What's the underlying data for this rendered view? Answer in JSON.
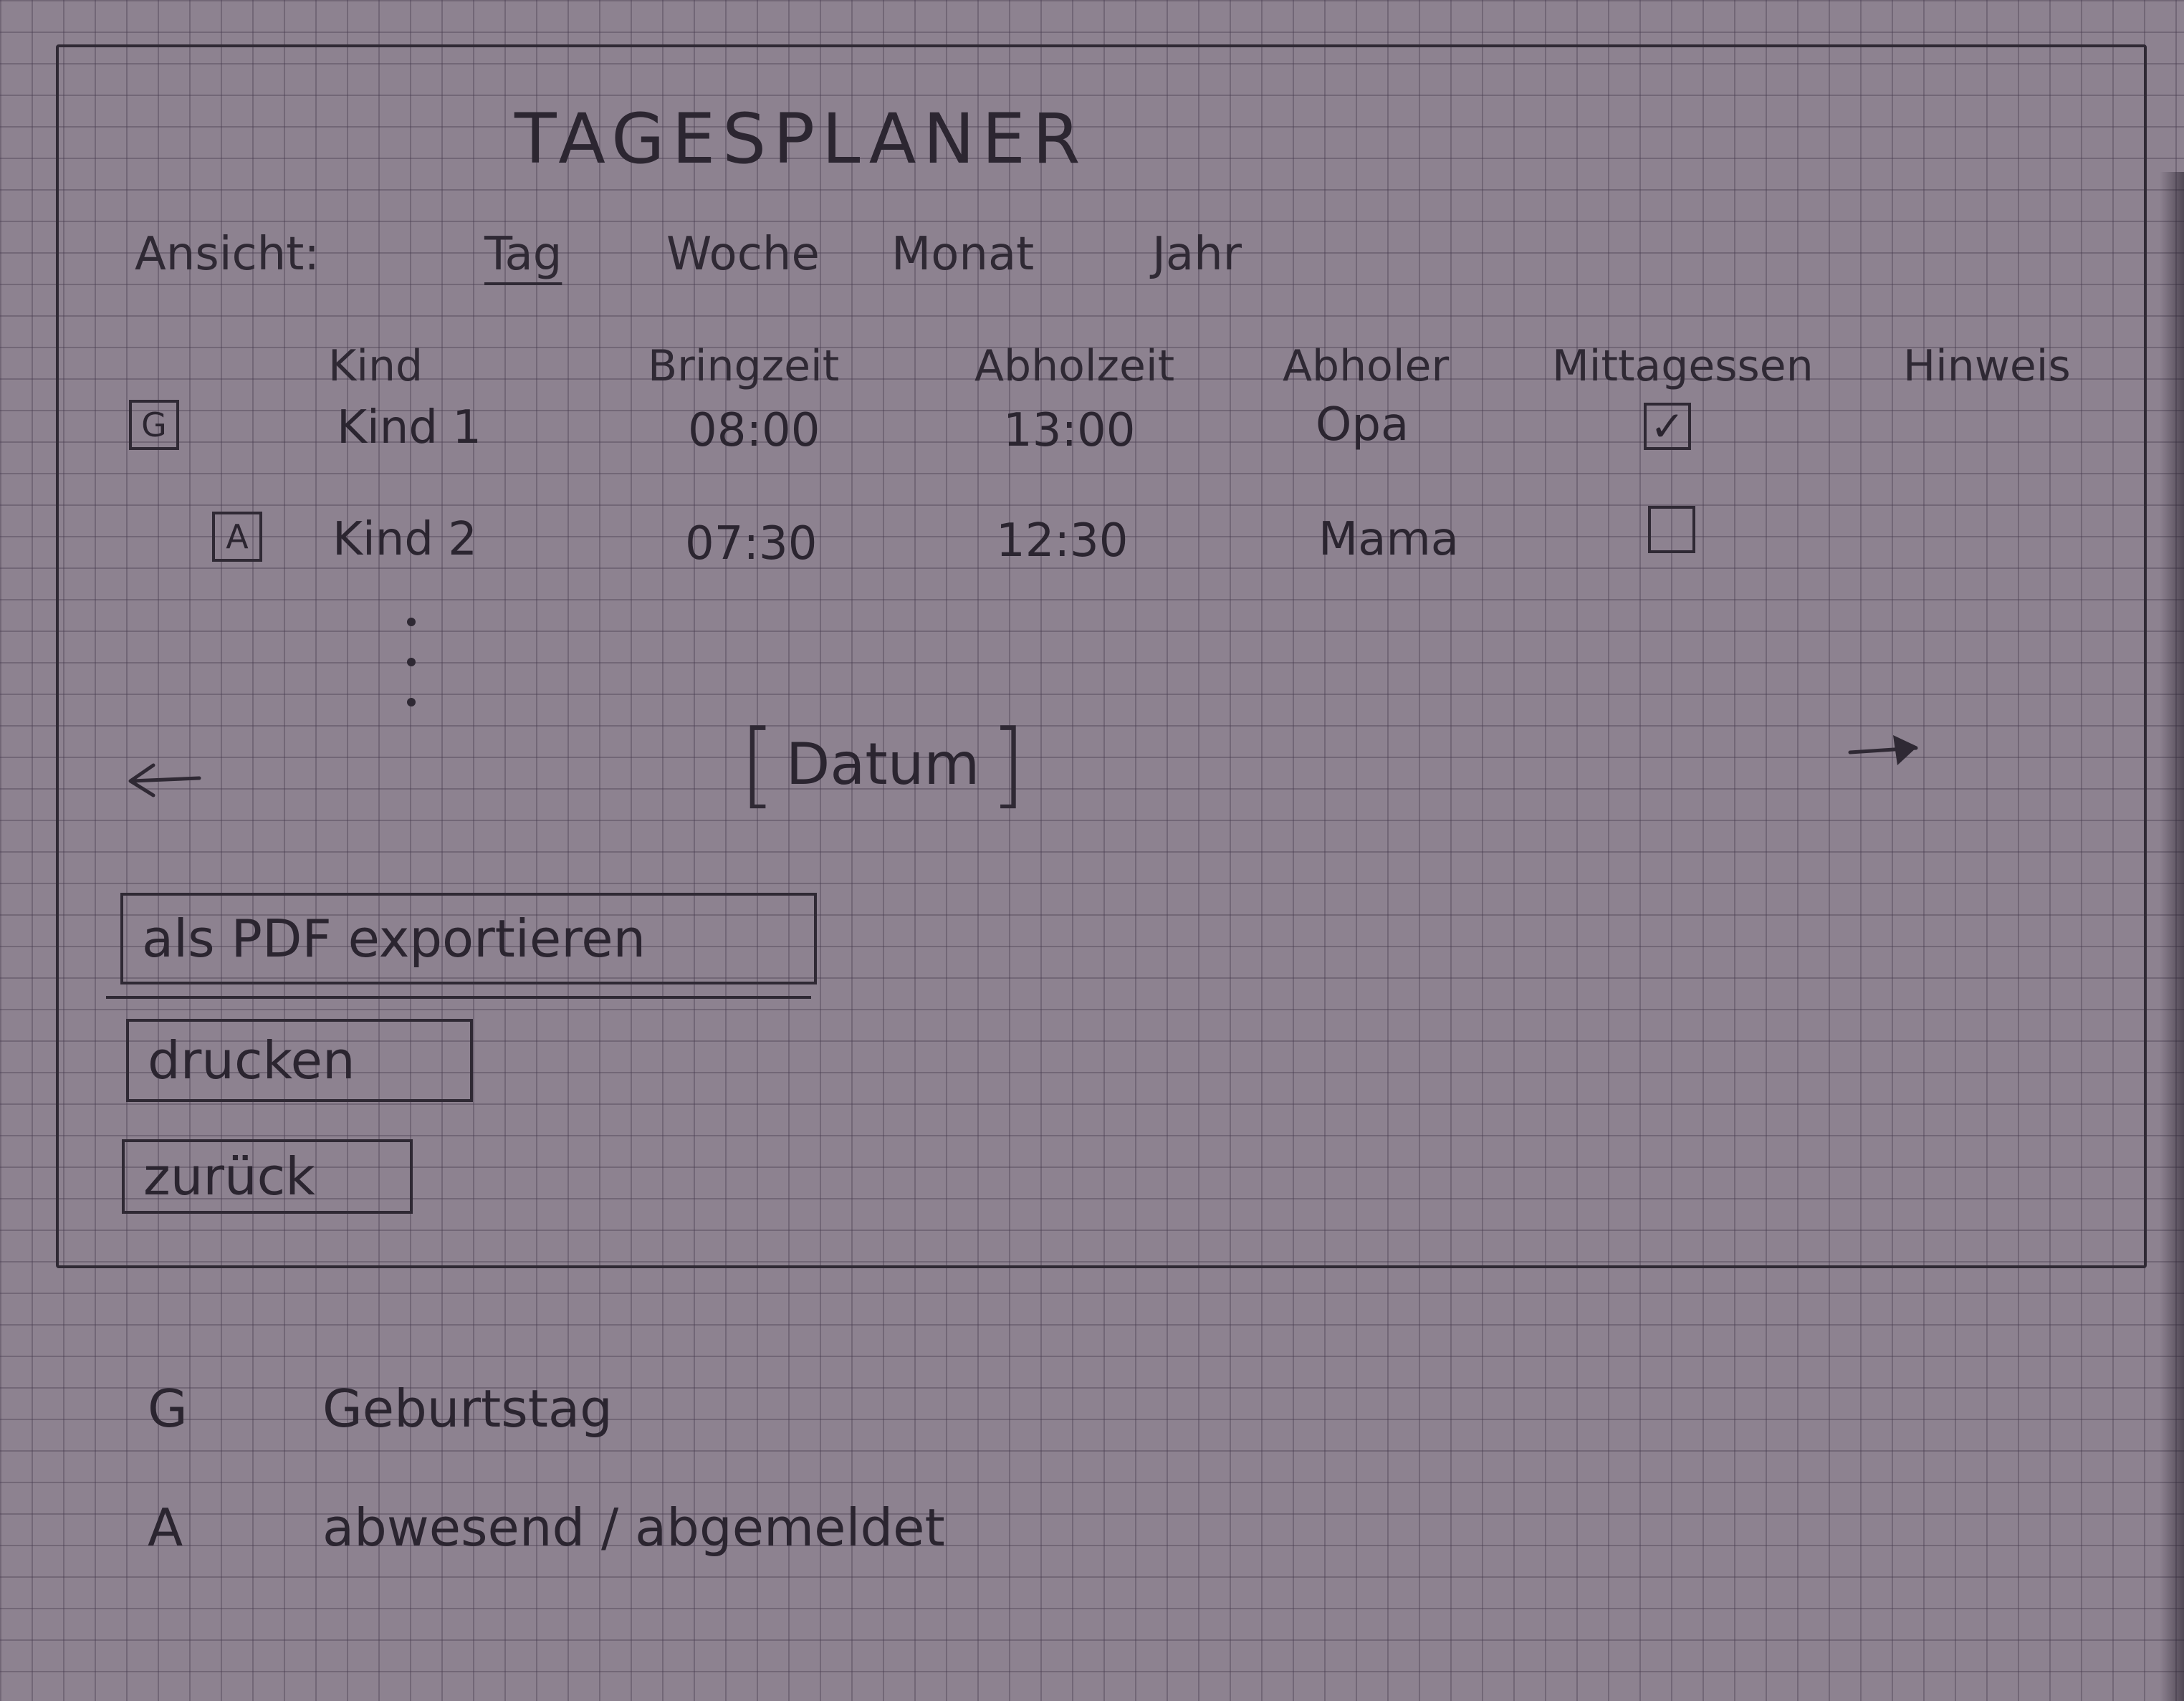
{
  "title": "TAGESPLANER",
  "view": {
    "label": "Ansicht:",
    "tabs": [
      {
        "label": "Tag",
        "active": true
      },
      {
        "label": "Woche",
        "active": false
      },
      {
        "label": "Monat",
        "active": false
      },
      {
        "label": "Jahr",
        "active": false
      }
    ]
  },
  "table": {
    "headers": {
      "kind": "Kind",
      "bringzeit": "Bringzeit",
      "abholzeit": "Abholzeit",
      "abholer": "Abholer",
      "mittagessen": "Mittagessen",
      "hinweis": "Hinweis"
    },
    "rows": [
      {
        "marker": "G",
        "kind": "Kind 1",
        "bringzeit": "08:00",
        "abholzeit": "13:00",
        "abholer": "Opa",
        "mittagessen": true,
        "mittagessen_symbol": "✓"
      },
      {
        "marker": "A",
        "kind": "Kind 2",
        "bringzeit": "07:30",
        "abholzeit": "12:30",
        "abholer": "Mama",
        "mittagessen": false,
        "mittagessen_symbol": ""
      }
    ]
  },
  "date_nav": {
    "date_label": "Datum",
    "prev_icon": "arrow-left-icon",
    "next_icon": "arrow-right-icon"
  },
  "buttons": {
    "export_pdf": "als PDF exportieren",
    "print": "drucken",
    "back": "zurück"
  },
  "legend": [
    {
      "key": "G",
      "label": "Geburtstag"
    },
    {
      "key": "A",
      "label": "abwesend / abgemeldet"
    }
  ],
  "colors": {
    "paper": "#8d8290",
    "ink": "#2f2934"
  }
}
